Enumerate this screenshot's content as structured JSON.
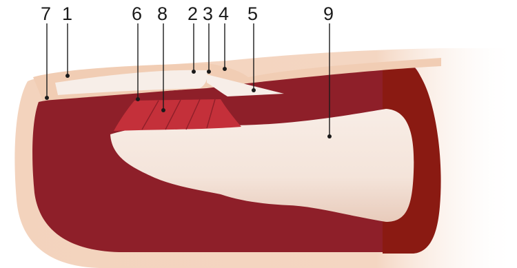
{
  "labels": [
    {
      "id": "7",
      "text": "7"
    },
    {
      "id": "1",
      "text": "1"
    },
    {
      "id": "6",
      "text": "6"
    },
    {
      "id": "8",
      "text": "8"
    },
    {
      "id": "2",
      "text": "2"
    },
    {
      "id": "3",
      "text": "3"
    },
    {
      "id": "4",
      "text": "4"
    },
    {
      "id": "5",
      "text": "5"
    },
    {
      "id": "9",
      "text": "9"
    }
  ],
  "colors": {
    "skin": "#f1cdb4",
    "skin_light": "#f8e2d2",
    "skin_edge": "#e6a98a",
    "tissue": "#8e1f29",
    "tissue_dark": "#7a1820",
    "nail": "#f7eee8",
    "bone": "#f4e6dd",
    "bone_shadow": "#e9cfc0",
    "matrix": "#c4303a",
    "cross_section": "#8a1a12",
    "leader": "#1a1a1a"
  }
}
